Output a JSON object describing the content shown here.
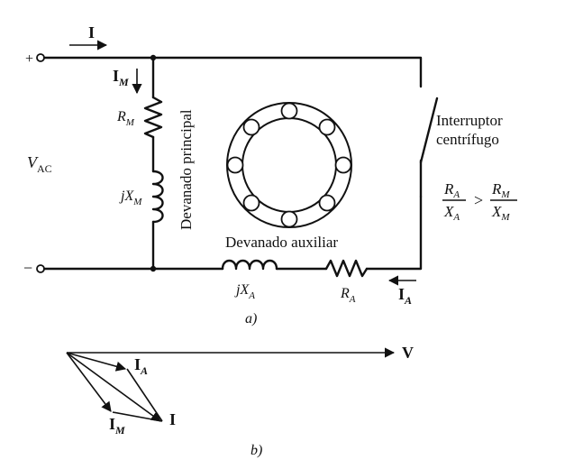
{
  "figure_a": {
    "caption": "a)",
    "terminals": {
      "plus": "+",
      "minus": "−"
    },
    "source_label": {
      "main": "V",
      "sub": "AC"
    },
    "current_total": "I",
    "current_main": {
      "main": "I",
      "sub": "M"
    },
    "current_aux": {
      "main": "I",
      "sub": "A"
    },
    "resistor_main": {
      "main": "R",
      "sub": "M"
    },
    "inductor_main": {
      "prefix": "jX",
      "sub": "M"
    },
    "inductor_aux": {
      "prefix": "jX",
      "sub": "A"
    },
    "resistor_aux": {
      "main": "R",
      "sub": "A"
    },
    "main_winding_label": "Devanado principal",
    "aux_winding_label": "Devanado auxiliar",
    "switch_label_line1": "Interruptor",
    "switch_label_line2": "centrífugo",
    "condition": {
      "left_num": {
        "main": "R",
        "sub": "A"
      },
      "left_den": {
        "main": "X",
        "sub": "A"
      },
      "operator": ">",
      "right_num": {
        "main": "R",
        "sub": "M"
      },
      "right_den": {
        "main": "X",
        "sub": "M"
      }
    }
  },
  "figure_b": {
    "caption": "b)",
    "voltage_label": "V",
    "phasor_ia": {
      "main": "I",
      "sub": "A"
    },
    "phasor_im": {
      "main": "I",
      "sub": "M"
    },
    "phasor_i": "I"
  }
}
